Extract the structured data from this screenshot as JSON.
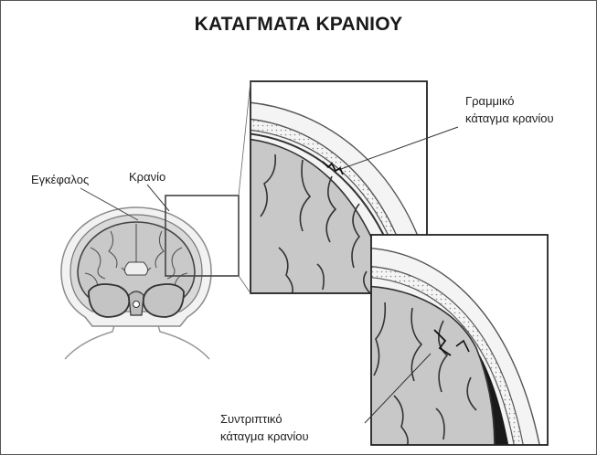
{
  "title": "ΚΑΤΑΓΜΑΤΑ ΚΡΑΝΙΟΥ",
  "labels": {
    "brain": "Εγκέφαλος",
    "skull": "Κρανίο",
    "linear_fracture": [
      "Γραμμικό",
      "κάταγμα κρανίου"
    ],
    "comminuted_fracture": [
      "Συντριπτικό",
      "κάταγμα κρανίου"
    ]
  }
}
